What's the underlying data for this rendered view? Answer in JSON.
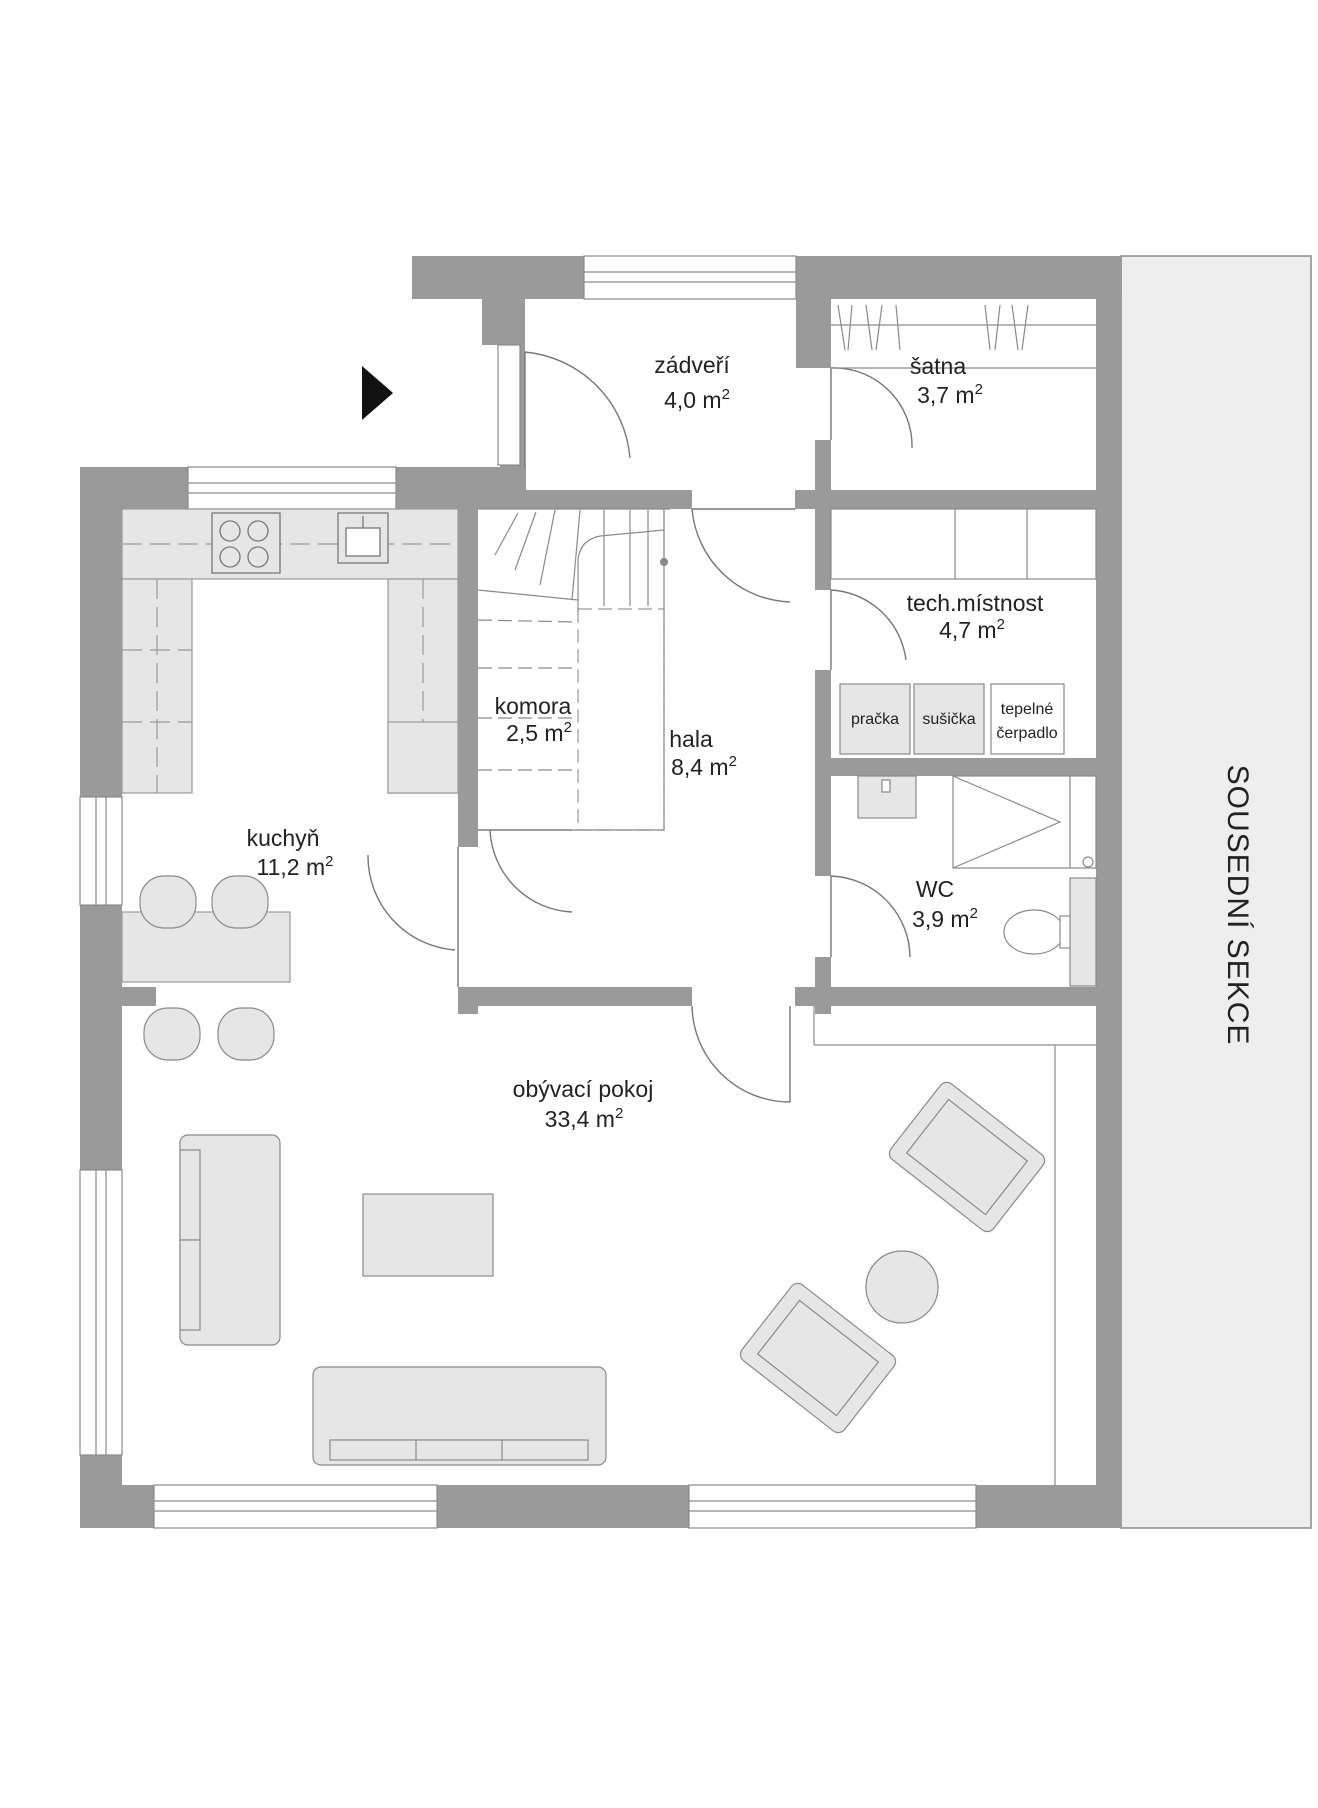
{
  "colors": {
    "wall": "#9a9a9a",
    "furniture_fill": "#e6e6e6",
    "furniture_stroke": "#8a8a8a",
    "line": "#777777",
    "neighbour_fill": "#eeeeee"
  },
  "rooms": {
    "zadveri": {
      "name": "zádveří",
      "area": "4,0 m",
      "exp": "2"
    },
    "satna": {
      "name": "šatna",
      "area": "3,7 m",
      "exp": "2"
    },
    "tech": {
      "name": "tech.místnost",
      "area": "4,7 m",
      "exp": "2"
    },
    "kuchyn": {
      "name": "kuchyň",
      "area": "11,2 m",
      "exp": "2"
    },
    "komora": {
      "name": "komora",
      "area": "2,5 m",
      "exp": "2"
    },
    "hala": {
      "name": "hala",
      "area": "8,4 m",
      "exp": "2"
    },
    "wc": {
      "name": "WC",
      "area": "3,9 m",
      "exp": "2"
    },
    "obyvaci": {
      "name": "obývací pokoj",
      "area": "33,4 m",
      "exp": "2"
    }
  },
  "appliances": {
    "pracka": "pračka",
    "susicka": "sušička",
    "tepelne_line1": "tepelné",
    "tepelne_line2": "čerpadlo"
  },
  "neighbour": {
    "label": "SOUSEDNÍ SEKCE"
  },
  "entrance": {
    "icon": "entrance-arrow-icon"
  }
}
